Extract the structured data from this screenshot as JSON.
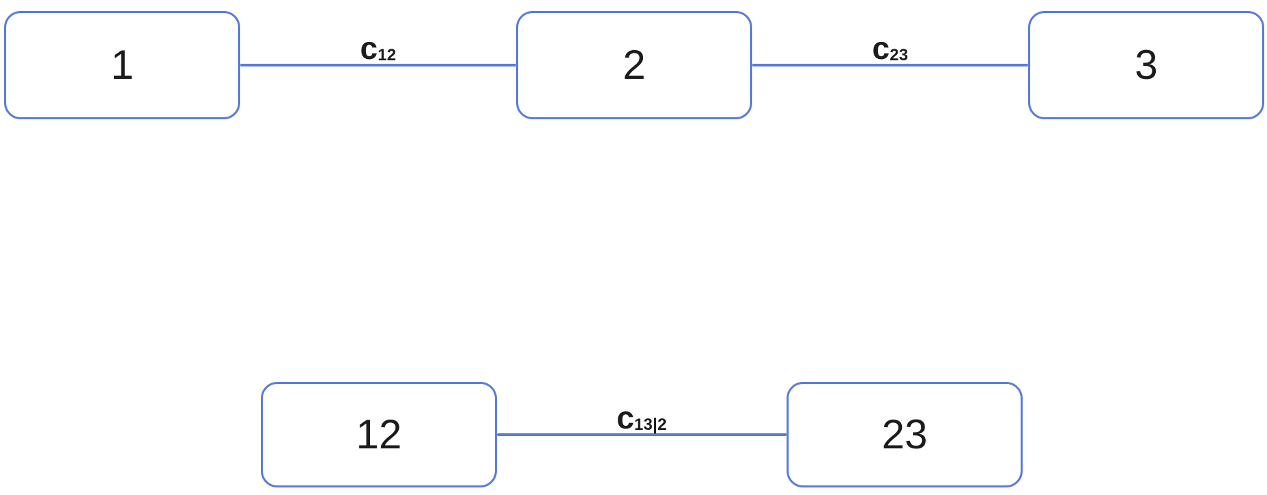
{
  "colors": {
    "accent": "#5b7cd9",
    "text": "#1c1c1c",
    "background": "#ffffff"
  },
  "tree1": {
    "nodes": [
      {
        "label": "1"
      },
      {
        "label": "2"
      },
      {
        "label": "3"
      }
    ],
    "edges": [
      {
        "symbol": "c",
        "subscript": "12"
      },
      {
        "symbol": "c",
        "subscript": "23"
      }
    ]
  },
  "tree2": {
    "nodes": [
      {
        "label": "12"
      },
      {
        "label": "23"
      }
    ],
    "edges": [
      {
        "symbol": "c",
        "subscript": "13|2"
      }
    ]
  }
}
